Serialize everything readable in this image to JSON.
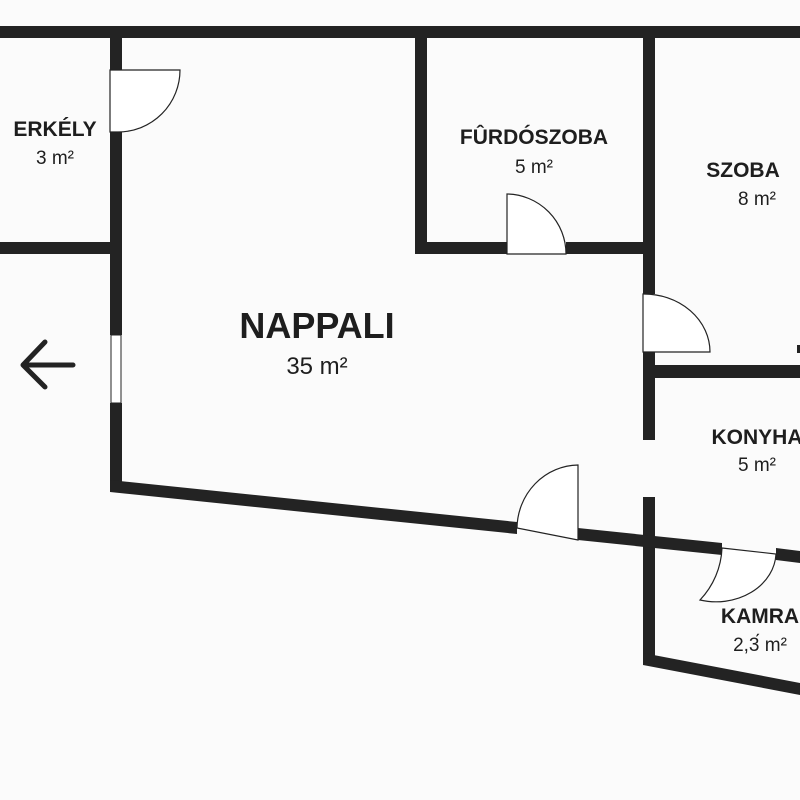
{
  "rooms": {
    "erkely": {
      "name": "ERKÉLY",
      "area": "3 m²"
    },
    "furdoszoba": {
      "name": "FÛRDÓSZOBA",
      "area": "5 m²"
    },
    "szoba": {
      "name": "SZOBA",
      "area": "8 m²"
    },
    "nappali": {
      "name": "NAPPALI",
      "area": "35 m²"
    },
    "konyha": {
      "name": "KONYHA",
      "area": "5 m²"
    },
    "kamra": {
      "name": "KAMRA",
      "area": "2,3́ m²"
    }
  },
  "icons": {
    "entrance": "arrow-left-icon"
  },
  "colors": {
    "wall": "#232323",
    "background": "#fbfbfb"
  }
}
